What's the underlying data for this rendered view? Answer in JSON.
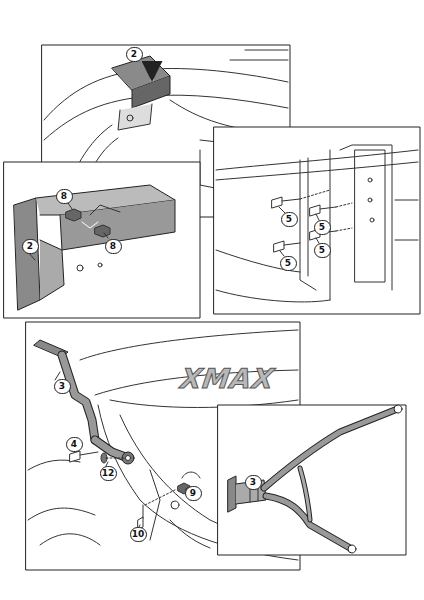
{
  "diagram": {
    "labels": [
      "2",
      "8",
      "8",
      "2",
      "5",
      "5",
      "5",
      "5",
      "XMAX",
      "3",
      "4",
      "12",
      "9",
      "10",
      "3"
    ]
  }
}
